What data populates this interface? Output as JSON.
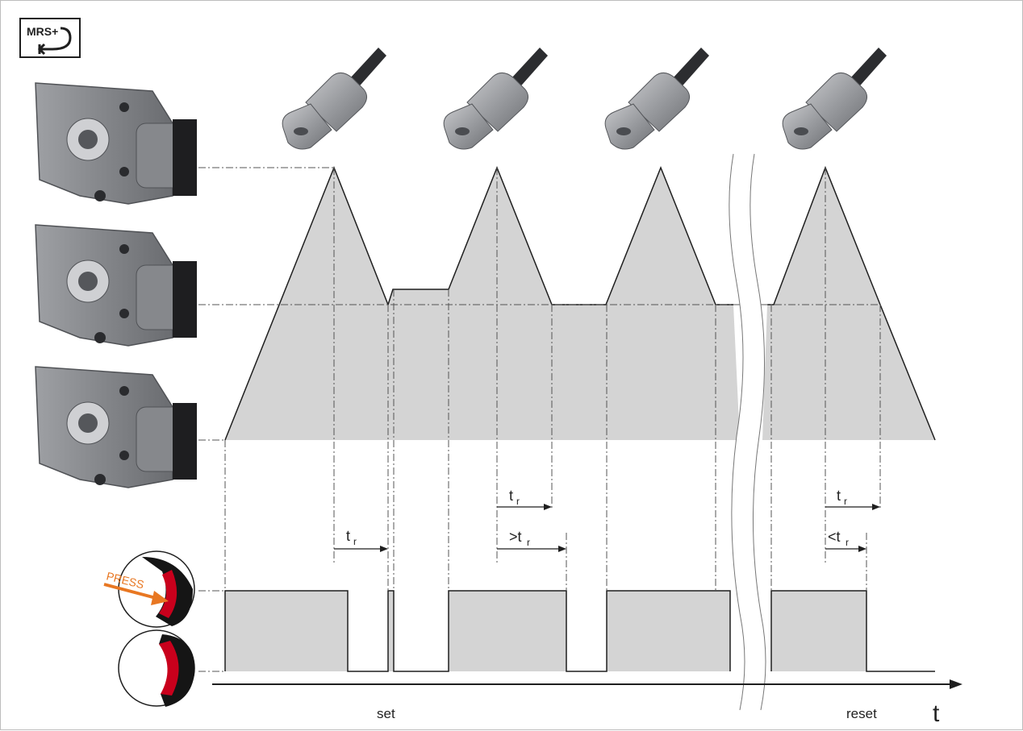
{
  "logo": {
    "text": "MRS+"
  },
  "labels": {
    "set": "set",
    "reset": "reset",
    "axis": "t",
    "press": "PRESS"
  },
  "annotations": {
    "tr": "t",
    "tr_sub": "r",
    "gt": ">t",
    "lt": "<t"
  },
  "colors": {
    "fill": "#d4d4d4",
    "line": "#1f1f1f",
    "accent": "#e87722",
    "handle_red": "#c9001c",
    "tool_gray": "#8d8f93"
  },
  "icons": [
    "crimp-tool-open-icon",
    "crimp-tool-mid-icon",
    "crimp-tool-closed-icon",
    "cable-lug-icon",
    "press-button-pressed-icon",
    "press-button-released-icon"
  ]
}
